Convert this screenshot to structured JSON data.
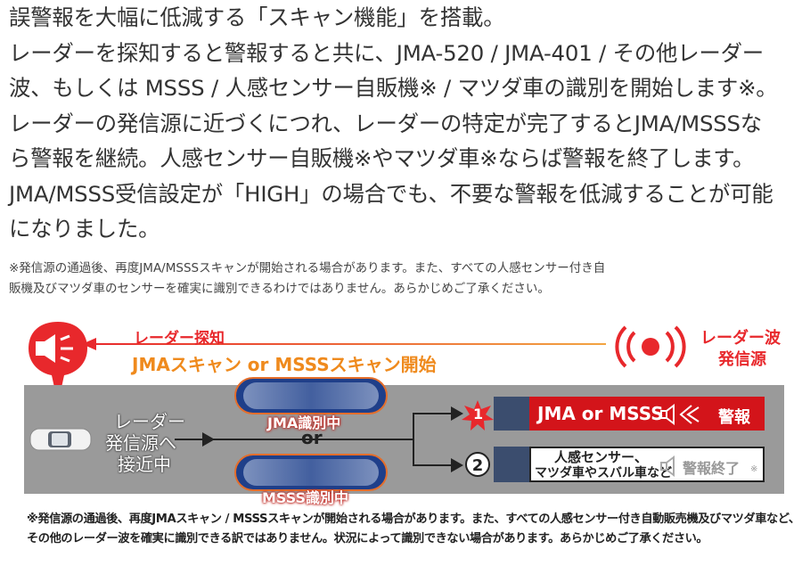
{
  "body_lines": [
    "誤警報を大幅に低減する「スキャン機能」を搭載。",
    "レーダーを探知すると警報すると共に、JMA-520 / JMA-401 / その他レーダー",
    "波、もしくは MSSS / 人感センサー自販機※ / マツダ車の識別を開始します※。",
    "レーダーの発信源に近づくにつれ、レーダーの特定が完了するとJMA/MSSSな",
    "ら警報を継続。人感センサー自販機※やマツダ車※ならば警報を終了します。",
    "JMA/MSSS受信設定が「HIGH」の場合でも、不要な警報を低減することが可能",
    "になりました。"
  ],
  "note_lines": [
    "※発信源の通過後、再度JMA/MSSSスキャンが開始される場合があります。また、すべての人感センサー付き自",
    "販機及びマツダ車のセンサーを確実に識別できるわけではありません。あらかじめご了承ください。"
  ],
  "diagram": {
    "radar_detect_label": "レーダー探知",
    "scan_start_label": "JMAスキャン or MSSSスキャン開始",
    "radar_source_label_1": "レーダー波",
    "radar_source_label_2": "発信源",
    "approach_label_1": "レーダー",
    "approach_label_2": "発信源へ",
    "approach_label_3": "接近中",
    "or_label": "or",
    "jma_id_label": "JMA識別中",
    "msss_id_label": "MSSS識別中",
    "result1_number": "1",
    "result1_label": "JMA or MSSS",
    "result1_action": "警報",
    "result2_number": "2",
    "result2_label_1": "人感センサー、",
    "result2_label_2": "マツダ車やスバル車など",
    "result2_action": "警報終了",
    "result2_mark": "※",
    "colors": {
      "red": "#e8282c",
      "orange": "#ef8a1d",
      "gray": "#9a9a9a",
      "navy": "#1f3f8a"
    }
  },
  "footer_lines": [
    "※発信源の通過後、再度JMAスキャン / MSSSスキャンが開始される場合があります。また、すべての人感センサー付き自動販売機及びマツダ車など、",
    "その他のレーダー波を確実に識別できる訳ではありません。状況によって識別できない場合があります。あらかじめご了承ください。"
  ]
}
